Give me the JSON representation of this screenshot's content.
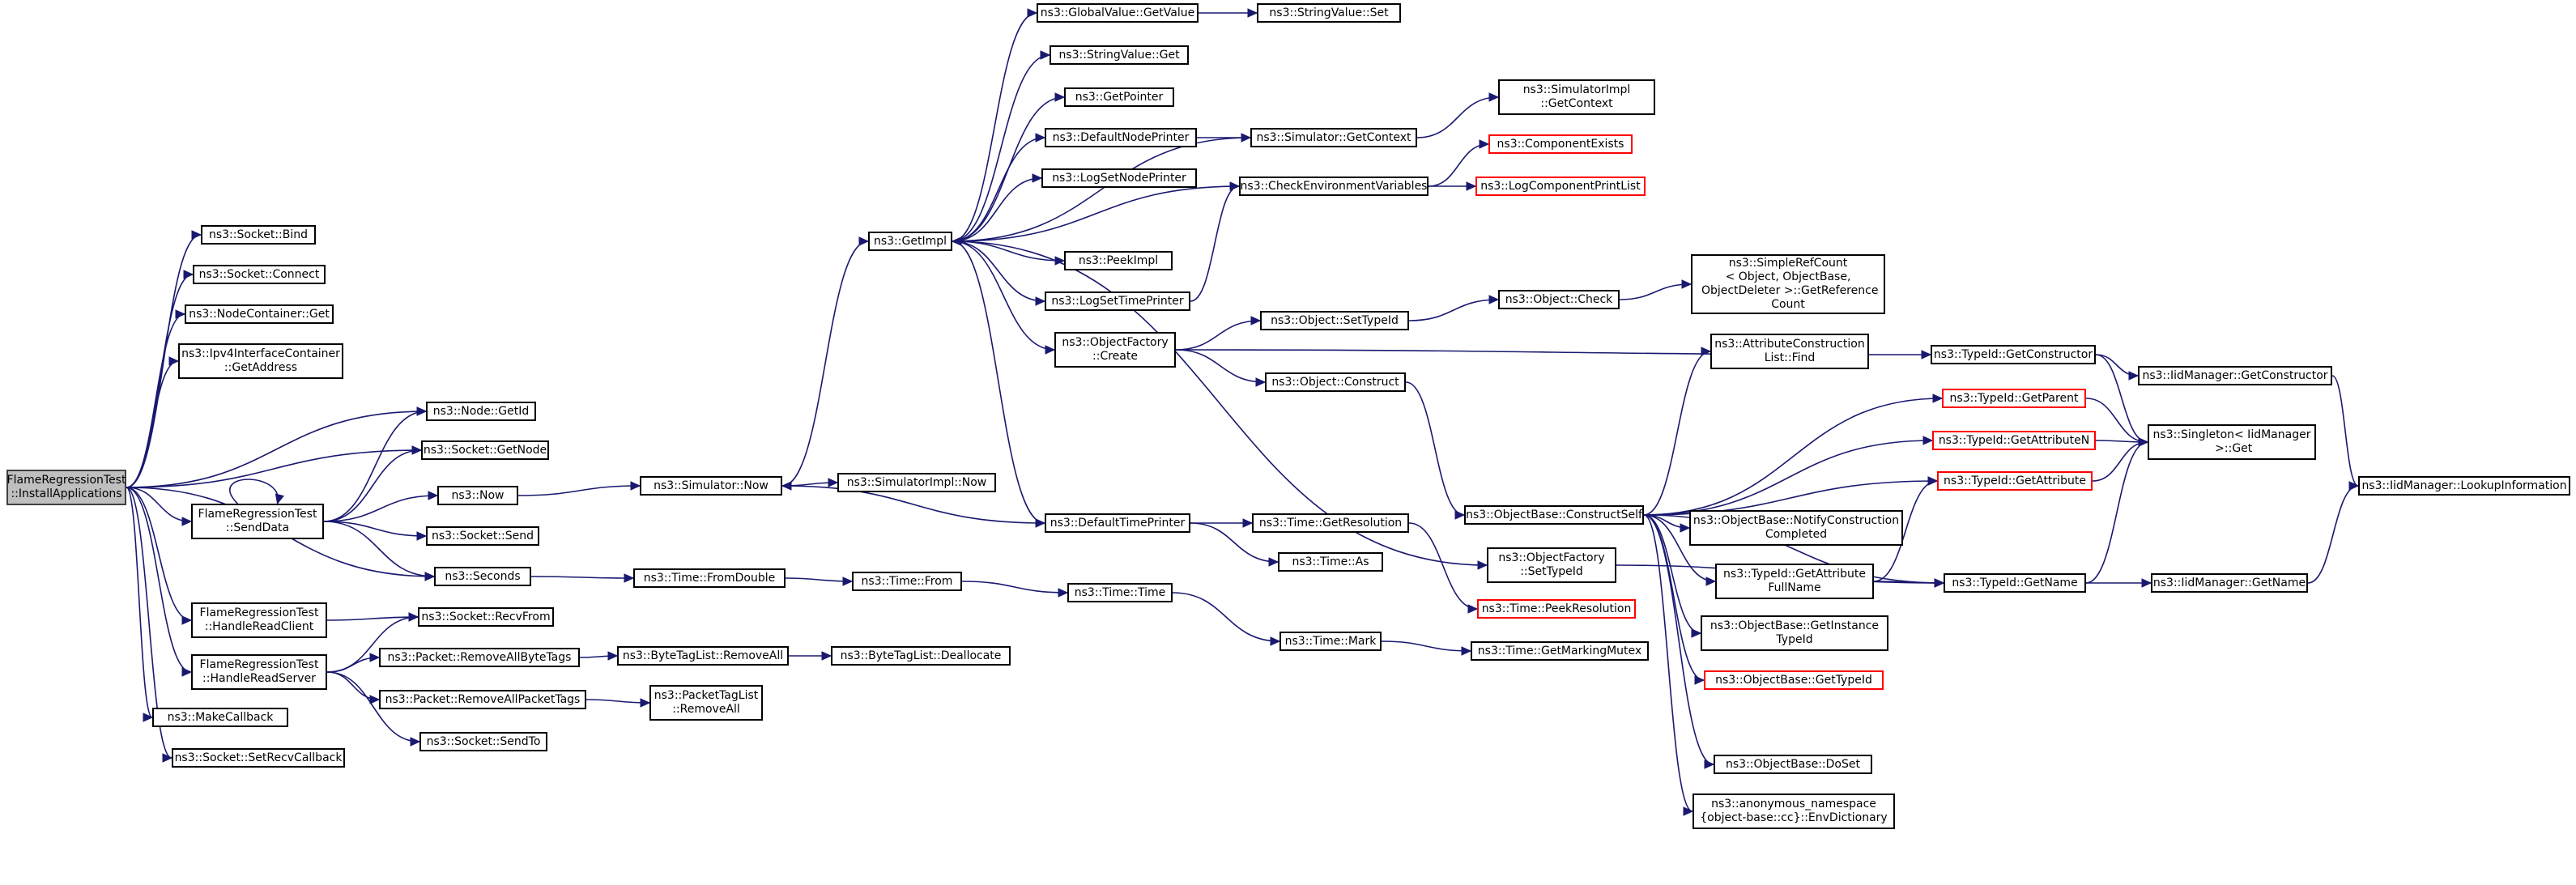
{
  "nodes": {
    "root": "FlameRegressionTest\n::InstallApplications",
    "socket_bind": "ns3::Socket::Bind",
    "socket_connect": "ns3::Socket::Connect",
    "nodecontainer_get": "ns3::NodeContainer::Get",
    "ipv4_getaddress": "ns3::Ipv4InterfaceContainer\n::GetAddress",
    "node_getid": "ns3::Node::GetId",
    "socket_getnode": "ns3::Socket::GetNode",
    "senddata": "FlameRegressionTest\n::SendData",
    "now": "ns3::Now",
    "socket_send": "ns3::Socket::Send",
    "seconds": "ns3::Seconds",
    "handleread_client": "FlameRegressionTest\n::HandleReadClient",
    "handleread_server": "FlameRegressionTest\n::HandleReadServer",
    "socket_recvfrom": "ns3::Socket::RecvFrom",
    "makecallback": "ns3::MakeCallback",
    "socket_setrecvcallback": "ns3::Socket::SetRecvCallback",
    "packet_removeallbytetags": "ns3::Packet::RemoveAllByteTags",
    "packet_removeallpackettags": "ns3::Packet::RemoveAllPacketTags",
    "socket_sendto": "ns3::Socket::SendTo",
    "simulator_now": "ns3::Simulator::Now",
    "time_fromdouble": "ns3::Time::FromDouble",
    "bytetaglist_removeall": "ns3::ByteTagList::RemoveAll",
    "packettaglist_removeall": "ns3::PacketTagList\n::RemoveAll",
    "getimpl": "ns3::GetImpl",
    "simulatorimpl_now": "ns3::SimulatorImpl::Now",
    "time_from": "ns3::Time::From",
    "bytetaglist_deallocate": "ns3::ByteTagList::Deallocate",
    "globalvalue_getvalue": "ns3::GlobalValue::GetValue",
    "stringvalue_get": "ns3::StringValue::Get",
    "getpointer": "ns3::GetPointer",
    "defaultnodeprinter": "ns3::DefaultNodePrinter",
    "logsetnodeprinter": "ns3::LogSetNodePrinter",
    "peekimpl": "ns3::PeekImpl",
    "logsettimeprinter": "ns3::LogSetTimePrinter",
    "objectfactory_create": "ns3::ObjectFactory\n::Create",
    "defaulttimeprinter": "ns3::DefaultTimePrinter",
    "time_time": "ns3::Time::Time",
    "stringvalue_set": "ns3::StringValue::Set",
    "simulator_getcontext": "ns3::Simulator::GetContext",
    "checkenvironmentvariables": "ns3::CheckEnvironmentVariables",
    "object_settypeid": "ns3::Object::SetTypeId",
    "object_construct": "ns3::Object::Construct",
    "time_getresolution": "ns3::Time::GetResolution",
    "time_as": "ns3::Time::As",
    "time_mark": "ns3::Time::Mark",
    "simulatorimpl_getcontext": "ns3::SimulatorImpl\n::GetContext",
    "componentexists": "ns3::ComponentExists",
    "logcomponentprintlist": "ns3::LogComponentPrintList",
    "object_check": "ns3::Object::Check",
    "objectbase_constructself": "ns3::ObjectBase::ConstructSelf",
    "objectfactory_settypeid": "ns3::ObjectFactory\n::SetTypeId",
    "time_peekresolution": "ns3::Time::PeekResolution",
    "time_getmarkingmutex": "ns3::Time::GetMarkingMutex",
    "simplerefcount": "ns3::SimpleRefCount\n< Object, ObjectBase,\n ObjectDeleter >::GetReference\nCount",
    "attributeconstructionlist_find": "ns3::AttributeConstruction\nList::Find",
    "objectbase_notifyconstructioncompleted": "ns3::ObjectBase::NotifyConstruction\nCompleted",
    "typeid_getattributefullname": "ns3::TypeId::GetAttribute\nFullName",
    "objectbase_getinstancetypeid": "ns3::ObjectBase::GetInstance\nTypeId",
    "objectbase_gettypeid": "ns3::ObjectBase::GetTypeId",
    "objectbase_doset": "ns3::ObjectBase::DoSet",
    "envdictionary": "ns3::anonymous_namespace\n{object-base::cc}::EnvDictionary",
    "typeid_getconstructor": "ns3::TypeId::GetConstructor",
    "typeid_getparent": "ns3::TypeId::GetParent",
    "typeid_getattributen": "ns3::TypeId::GetAttributeN",
    "typeid_getattribute": "ns3::TypeId::GetAttribute",
    "typeid_getname": "ns3::TypeId::GetName",
    "iidmanager_getconstructor": "ns3::IidManager::GetConstructor",
    "singleton_get": "ns3::Singleton< IidManager\n >::Get",
    "iidmanager_getname": "ns3::IidManager::GetName",
    "iidmanager_lookupinformation": "ns3::IidManager::LookupInformation"
  },
  "edges": [
    [
      "root",
      "socket_bind"
    ],
    [
      "root",
      "socket_connect"
    ],
    [
      "root",
      "nodecontainer_get"
    ],
    [
      "root",
      "ipv4_getaddress"
    ],
    [
      "root",
      "node_getid"
    ],
    [
      "root",
      "socket_getnode"
    ],
    [
      "root",
      "senddata"
    ],
    [
      "root",
      "seconds"
    ],
    [
      "root",
      "handleread_client"
    ],
    [
      "root",
      "handleread_server"
    ],
    [
      "root",
      "makecallback"
    ],
    [
      "root",
      "socket_setrecvcallback"
    ],
    [
      "senddata",
      "node_getid"
    ],
    [
      "senddata",
      "socket_getnode"
    ],
    [
      "senddata",
      "now"
    ],
    [
      "senddata",
      "socket_send"
    ],
    [
      "senddata",
      "seconds"
    ],
    [
      "senddata",
      "senddata"
    ],
    [
      "now",
      "simulator_now"
    ],
    [
      "seconds",
      "time_fromdouble"
    ],
    [
      "handleread_client",
      "socket_recvfrom"
    ],
    [
      "handleread_server",
      "socket_recvfrom"
    ],
    [
      "handleread_server",
      "packet_removeallbytetags"
    ],
    [
      "handleread_server",
      "packet_removeallpackettags"
    ],
    [
      "handleread_server",
      "socket_sendto"
    ],
    [
      "packet_removeallbytetags",
      "bytetaglist_removeall"
    ],
    [
      "packet_removeallpackettags",
      "packettaglist_removeall"
    ],
    [
      "bytetaglist_removeall",
      "bytetaglist_deallocate"
    ],
    [
      "simulator_now",
      "getimpl"
    ],
    [
      "simulator_now",
      "simulatorimpl_now"
    ],
    [
      "time_fromdouble",
      "time_from"
    ],
    [
      "time_from",
      "time_time"
    ],
    [
      "time_time",
      "time_mark"
    ],
    [
      "time_mark",
      "time_getmarkingmutex"
    ],
    [
      "getimpl",
      "globalvalue_getvalue"
    ],
    [
      "getimpl",
      "stringvalue_get"
    ],
    [
      "getimpl",
      "getpointer"
    ],
    [
      "getimpl",
      "defaultnodeprinter"
    ],
    [
      "getimpl",
      "logsetnodeprinter"
    ],
    [
      "getimpl",
      "peekimpl"
    ],
    [
      "getimpl",
      "logsettimeprinter"
    ],
    [
      "getimpl",
      "objectfactory_create"
    ],
    [
      "getimpl",
      "defaulttimeprinter"
    ],
    [
      "getimpl",
      "objectfactory_settypeid"
    ],
    [
      "globalvalue_getvalue",
      "stringvalue_set"
    ],
    [
      "defaultnodeprinter",
      "simulator_getcontext"
    ],
    [
      "simulator_getcontext",
      "getimpl"
    ],
    [
      "simulator_getcontext",
      "simulatorimpl_getcontext"
    ],
    [
      "logsettimeprinter",
      "checkenvironmentvariables"
    ],
    [
      "checkenvironmentvariables",
      "getimpl"
    ],
    [
      "checkenvironmentvariables",
      "componentexists"
    ],
    [
      "checkenvironmentvariables",
      "logcomponentprintlist"
    ],
    [
      "objectfactory_create",
      "object_settypeid"
    ],
    [
      "objectfactory_create",
      "object_construct"
    ],
    [
      "objectfactory_create",
      "typeid_getconstructor"
    ],
    [
      "object_settypeid",
      "object_check"
    ],
    [
      "object_check",
      "simplerefcount"
    ],
    [
      "object_construct",
      "objectbase_constructself"
    ],
    [
      "defaulttimeprinter",
      "simulator_now"
    ],
    [
      "defaulttimeprinter",
      "time_getresolution"
    ],
    [
      "defaulttimeprinter",
      "time_as"
    ],
    [
      "time_getresolution",
      "time_peekresolution"
    ],
    [
      "objectfactory_settypeid",
      "typeid_getname"
    ],
    [
      "objectbase_constructself",
      "attributeconstructionlist_find"
    ],
    [
      "objectbase_constructself",
      "typeid_getparent"
    ],
    [
      "objectbase_constructself",
      "typeid_getattributen"
    ],
    [
      "objectbase_constructself",
      "typeid_getattribute"
    ],
    [
      "objectbase_constructself",
      "objectbase_notifyconstructioncompleted"
    ],
    [
      "objectbase_constructself",
      "typeid_getattributefullname"
    ],
    [
      "objectbase_constructself",
      "objectbase_getinstancetypeid"
    ],
    [
      "objectbase_constructself",
      "objectbase_gettypeid"
    ],
    [
      "objectbase_constructself",
      "objectbase_doset"
    ],
    [
      "objectbase_constructself",
      "envdictionary"
    ],
    [
      "objectbase_constructself",
      "typeid_getname"
    ],
    [
      "typeid_getattributefullname",
      "typeid_getattribute"
    ],
    [
      "typeid_getattributefullname",
      "typeid_getname"
    ],
    [
      "typeid_getconstructor",
      "iidmanager_getconstructor"
    ],
    [
      "typeid_getconstructor",
      "singleton_get"
    ],
    [
      "typeid_getparent",
      "singleton_get"
    ],
    [
      "typeid_getattributen",
      "singleton_get"
    ],
    [
      "typeid_getattribute",
      "singleton_get"
    ],
    [
      "typeid_getname",
      "singleton_get"
    ],
    [
      "typeid_getname",
      "iidmanager_getname"
    ],
    [
      "iidmanager_getconstructor",
      "iidmanager_lookupinformation"
    ],
    [
      "iidmanager_getname",
      "iidmanager_lookupinformation"
    ]
  ],
  "truncated_nodes": [
    "componentexists",
    "logcomponentprintlist",
    "time_peekresolution",
    "objectbase_gettypeid",
    "typeid_getparent",
    "typeid_getattributen",
    "typeid_getattribute"
  ],
  "colors": {
    "edge": "#191970",
    "node_border": "#000000",
    "truncated_border": "#ff0000",
    "root_fill": "#bfbfbf"
  }
}
